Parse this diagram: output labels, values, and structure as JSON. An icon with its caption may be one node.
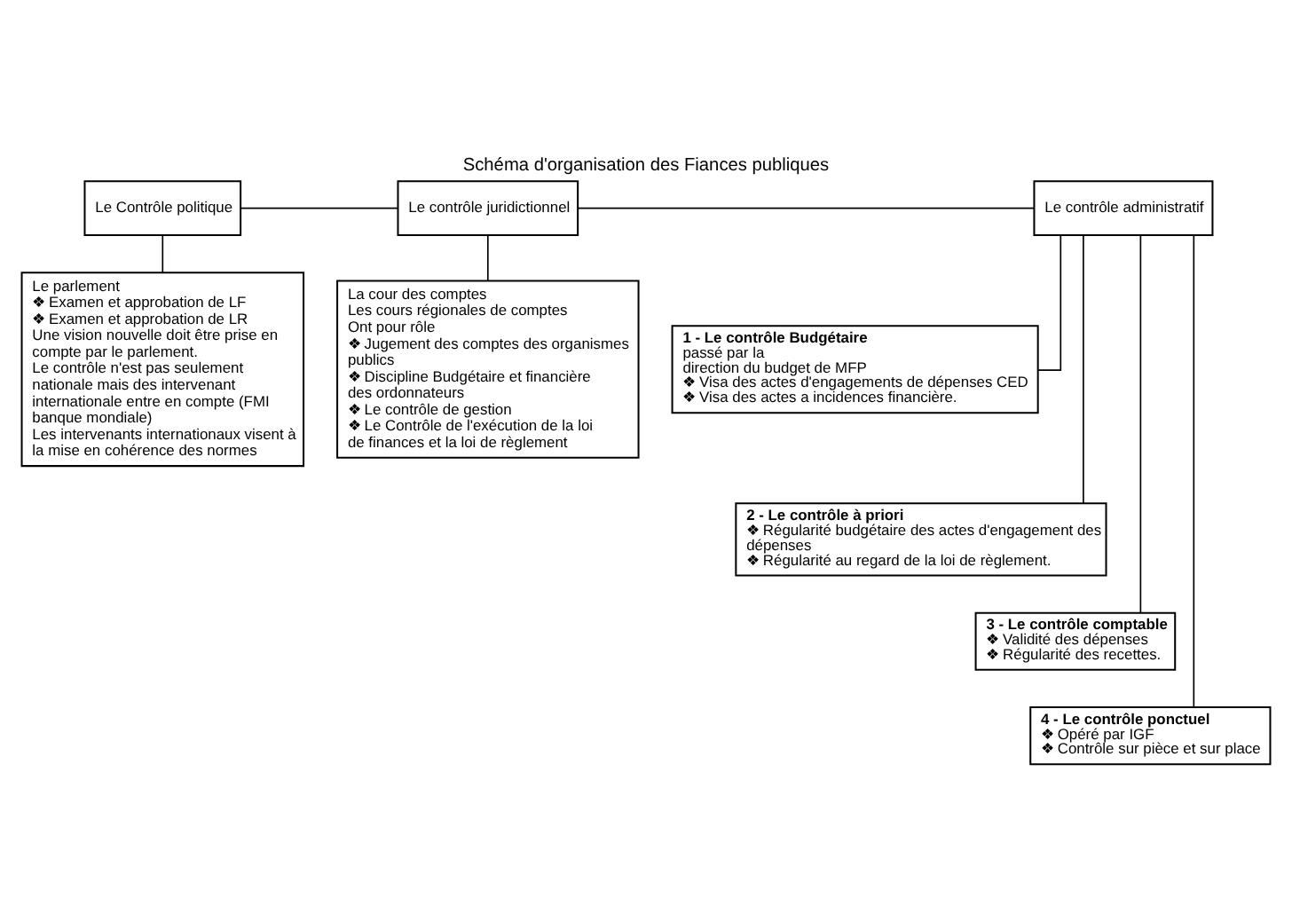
{
  "diagram": {
    "title": "Schéma d'organisation des Fiances publiques",
    "nodes": [
      {
        "text": [
          "Le Contrôle politique"
        ]
      },
      {
        "text": [
          "Le contrôle juridictionnel"
        ]
      },
      {
        "text": [
          "Le contrôle administratif"
        ]
      },
      {
        "text": [
          "Le parlement",
          "❖ Examen et approbation de LF",
          "❖ Examen et approbation de LR",
          "Une vision nouvelle doit être prise en compte par le parlement.",
          "Le contrôle n'est pas seulement nationale mais des intervenant internationale entre en compte (FMI banque mondiale)",
          "Les intervenants internationaux visent à la mise en cohérence des normes"
        ]
      },
      {
        "text": [
          "La cour des comptes",
          "Les cours régionales de comptes",
          "Ont pour rôle",
          "❖ Jugement des comptes des organismes publics",
          "❖ Discipline Budgétaire et financière des ordonnateurs",
          "❖ Le contrôle de gestion",
          "❖ Le Contrôle de l'exécution de la loi de finances et la loi de règlement"
        ]
      },
      {
        "text": [
          "**1 - Le contrôle Budgétaire** passé par la direction du budget de MFP",
          "❖ Visa des actes d'engagements de dépenses CED",
          "❖ Visa des actes a incidences financière."
        ]
      },
      {
        "text": [
          "**2 - Le contrôle à priori**",
          "❖ Régularité budgétaire des actes d'engagement des dépenses",
          "❖ Régularité au regard de la loi de règlement."
        ]
      },
      {
        "text": [
          "**3 - Le contrôle comptable**",
          "❖ Validité des dépenses",
          "❖ Régularité des recettes."
        ]
      },
      {
        "text": [
          "**4 - Le contrôle ponctuel**",
          "❖ Opéré par IGF",
          "❖ Contrôle sur pièce et sur place"
        ]
      }
    ],
    "edges": [
      {
        "from": 0,
        "to": 1,
        "arrow": "none"
      },
      {
        "from": 1,
        "to": 2,
        "arrow": "none"
      },
      {
        "from": 0,
        "to": 3,
        "arrow": "none"
      },
      {
        "from": 1,
        "to": 4,
        "arrow": "none"
      },
      {
        "from": 2,
        "to": 5,
        "arrow": "none"
      },
      {
        "from": 2,
        "to": 6,
        "arrow": "none"
      },
      {
        "from": 2,
        "to": 7,
        "arrow": "none"
      },
      {
        "from": 2,
        "to": 8,
        "arrow": "none"
      }
    ]
  }
}
